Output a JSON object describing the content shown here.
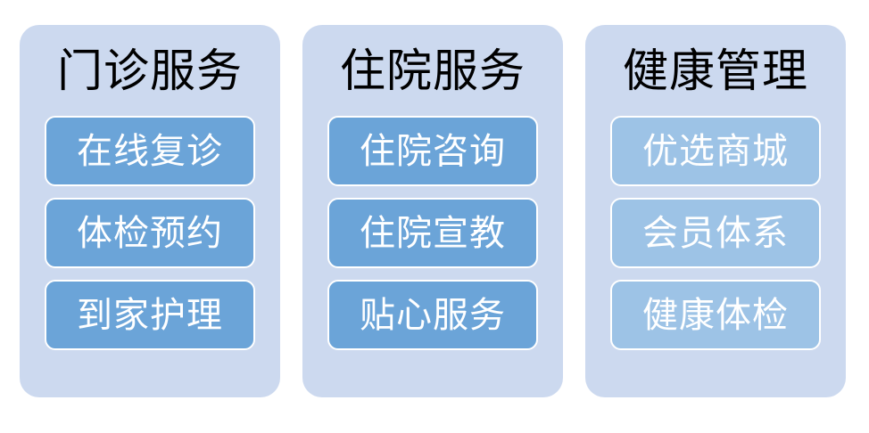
{
  "layout": {
    "background_color": "#ffffff",
    "panel_background_color": "#ccd9ef",
    "panel_count": 3
  },
  "colors": {
    "panel_fill": "#ccd9ef",
    "button_fill_primary": "#6ba4d8",
    "button_fill_secondary": "#9dc3e6",
    "button_border": "#ffffff",
    "button_text": "#ffffff",
    "title_text": "#000000"
  },
  "panels": [
    {
      "title": "门诊服务",
      "accent": "#6ba4d8",
      "buttons": [
        {
          "label": "在线复诊"
        },
        {
          "label": "体检预约"
        },
        {
          "label": "到家护理"
        }
      ]
    },
    {
      "title": "住院服务",
      "accent": "#6ba4d8",
      "buttons": [
        {
          "label": "住院咨询"
        },
        {
          "label": "住院宣教"
        },
        {
          "label": "贴心服务"
        }
      ]
    },
    {
      "title": "健康管理",
      "accent": "#9dc3e6",
      "buttons": [
        {
          "label": "优选商城"
        },
        {
          "label": "会员体系"
        },
        {
          "label": "健康体检"
        }
      ]
    }
  ]
}
